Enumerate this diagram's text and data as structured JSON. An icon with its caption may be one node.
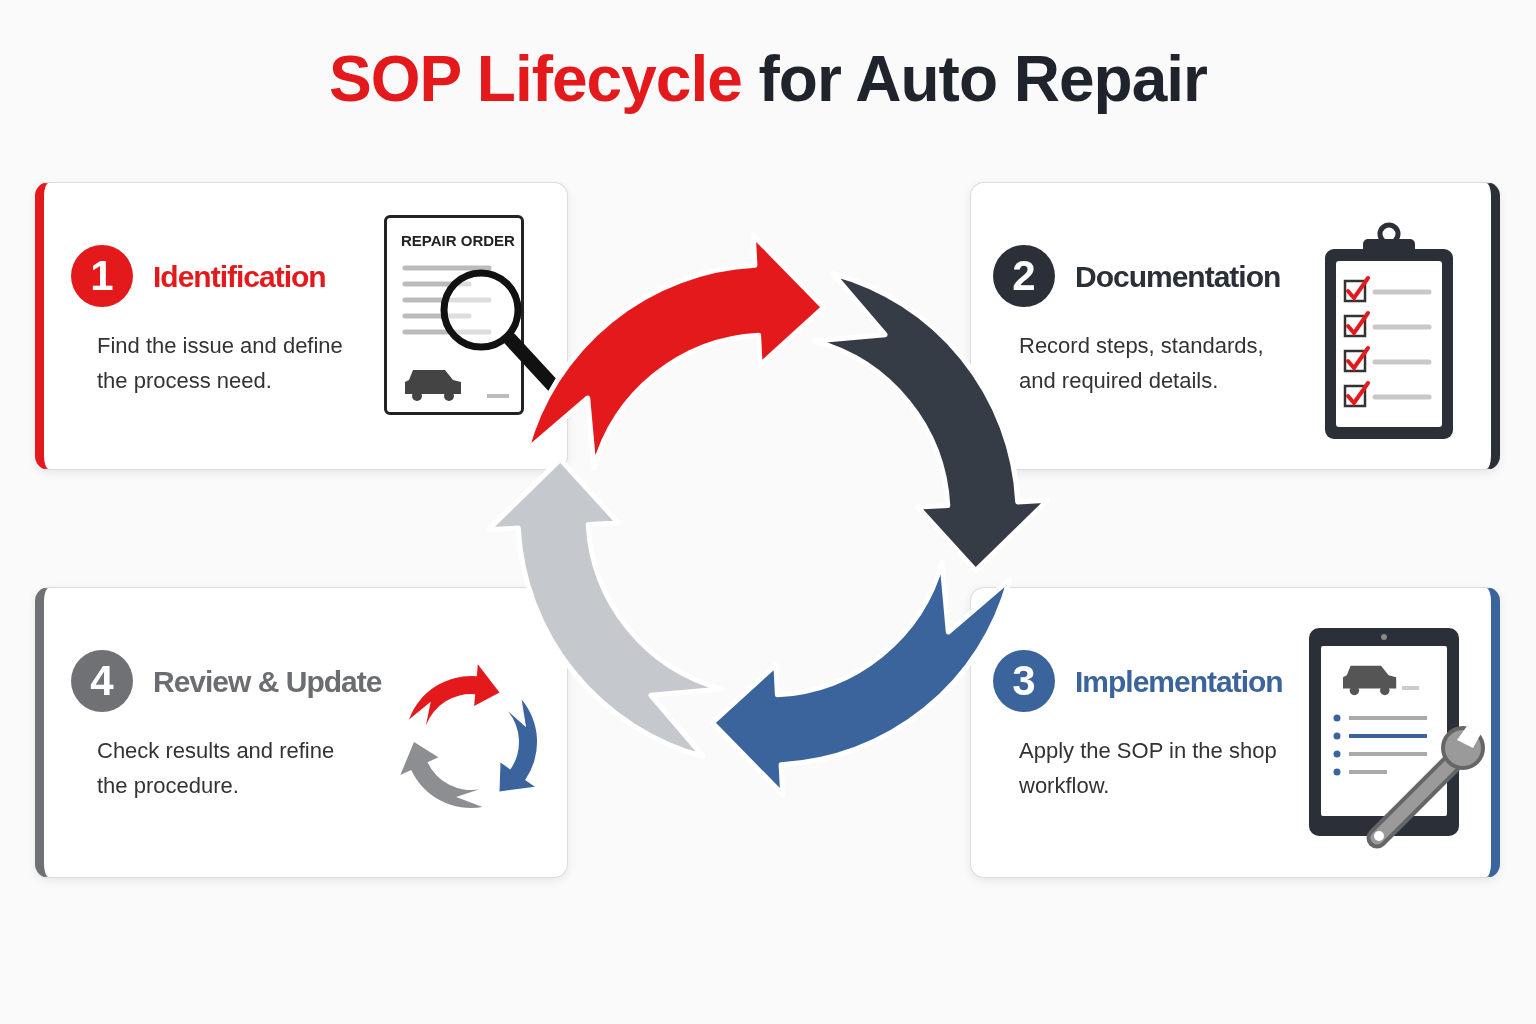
{
  "diagram": {
    "title": "SOP Lifecycle for Auto Repair",
    "nodes": [
      {
        "text": [
          "1",
          "Identification",
          "Find the issue and define the process need."
        ]
      },
      {
        "text": [
          "2",
          "Documentation",
          "Record steps, standards, and required details."
        ]
      },
      {
        "text": [
          "3",
          "Implementation",
          "Apply the SOP in the shop workflow."
        ]
      },
      {
        "text": [
          "4",
          "Review & Update",
          "Check results and refine the procedure."
        ]
      }
    ],
    "edges": [
      {
        "from": 0,
        "to": 1,
        "arrow": "to",
        "color": "#e3191c"
      },
      {
        "from": 1,
        "to": 2,
        "arrow": "to",
        "color": "#363c46"
      },
      {
        "from": 2,
        "to": 3,
        "arrow": "to",
        "color": "#3b649c"
      },
      {
        "from": 3,
        "to": 0,
        "arrow": "to",
        "color": "#c5c8cc"
      }
    ],
    "labels": [
      "REPAIR ORDER"
    ]
  }
}
